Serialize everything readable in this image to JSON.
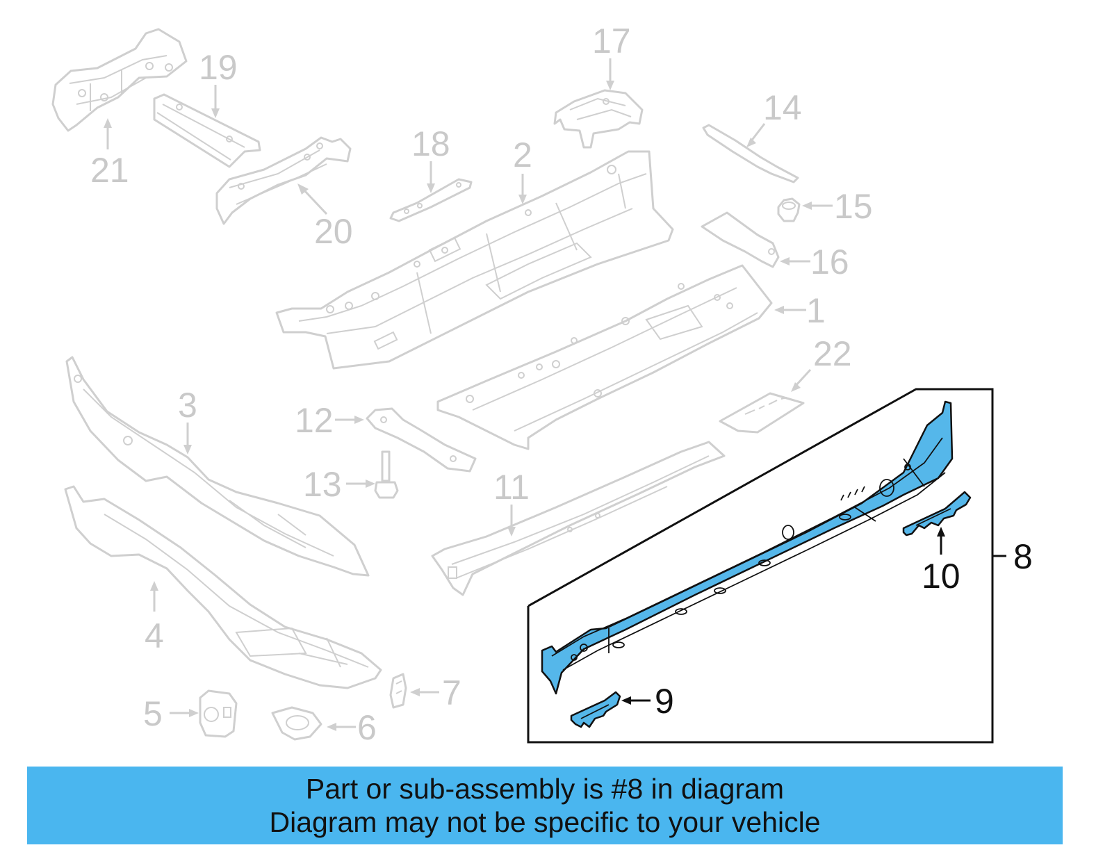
{
  "callouts": {
    "c1": "1",
    "c2": "2",
    "c3": "3",
    "c4": "4",
    "c5": "5",
    "c6": "6",
    "c7": "7",
    "c8": "8",
    "c9": "9",
    "c10": "10",
    "c11": "11",
    "c12": "12",
    "c13": "13",
    "c14": "14",
    "c15": "15",
    "c16": "16",
    "c17": "17",
    "c18": "18",
    "c19": "19",
    "c20": "20",
    "c21": "21",
    "c22": "22"
  },
  "highlighted_callout": "8",
  "banner": {
    "line1": "Part or sub-assembly is #8 in diagram",
    "line2": "Diagram may not be specific to your vehicle"
  },
  "colors": {
    "highlight": "#55b7ea",
    "banner": "#4ab6ef",
    "ghost": "#cfcfcf",
    "ink": "#111111"
  }
}
